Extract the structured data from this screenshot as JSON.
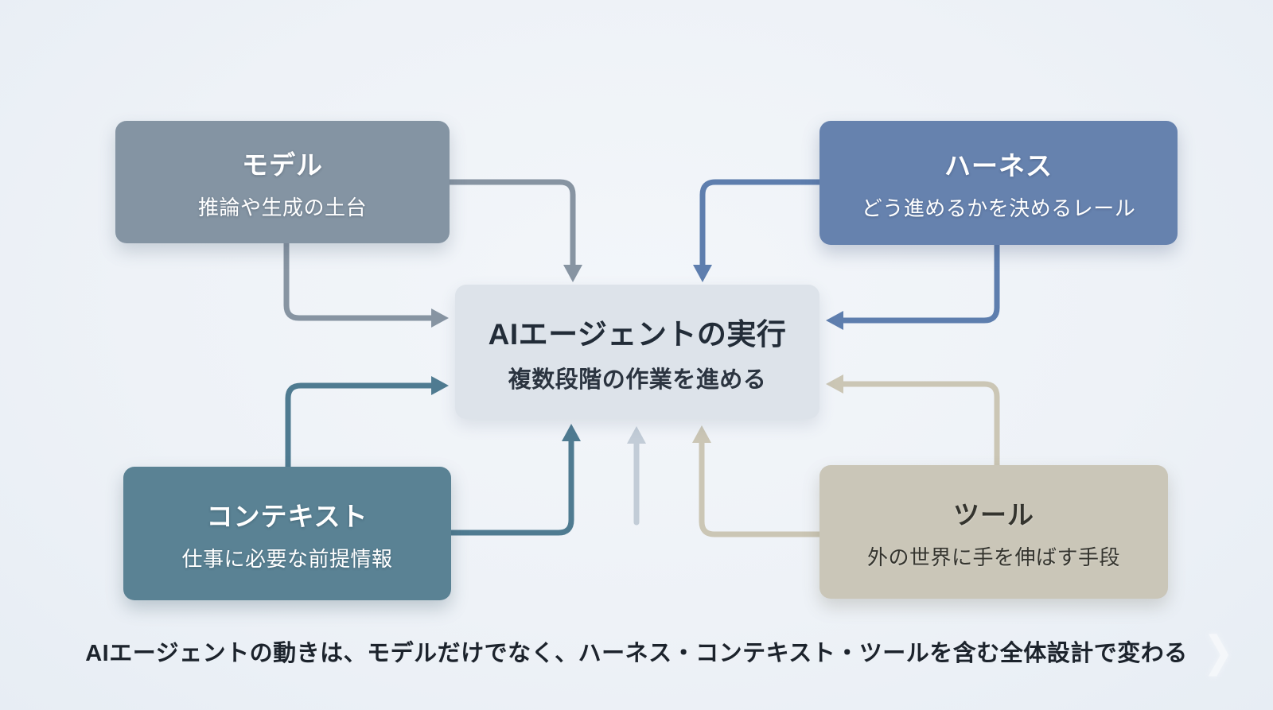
{
  "diagram": {
    "background_color": "#eef2f7",
    "nodes": {
      "model": {
        "title": "モデル",
        "subtitle": "推論や生成の土台",
        "fill": "#8494a3",
        "text_color": "#ffffff"
      },
      "harness": {
        "title": "ハーネス",
        "subtitle": "どう進めるかを決めるレール",
        "fill": "#6682ae",
        "text_color": "#ffffff"
      },
      "context": {
        "title": "コンテキスト",
        "subtitle": "仕事に必要な前提情報",
        "fill": "#5a8294",
        "text_color": "#ffffff"
      },
      "tool": {
        "title": "ツール",
        "subtitle": "外の世界に手を伸ばす手段",
        "fill": "#cac6b8",
        "text_color": "#34342e"
      },
      "center": {
        "title": "AIエージェントの実行",
        "subtitle": "複数段階の作業を進める",
        "fill": "#dde3ea",
        "text_color": "#222c38"
      }
    },
    "edge_colors": {
      "model": "#8794a2",
      "harness": "#5e7eae",
      "context": "#4f7b91",
      "tool": "#cbc6b5",
      "faded": "#c2ccd7"
    },
    "edges": [
      {
        "from": "model",
        "to": "center",
        "enters": "top"
      },
      {
        "from": "model",
        "to": "center",
        "enters": "left"
      },
      {
        "from": "harness",
        "to": "center",
        "enters": "top"
      },
      {
        "from": "harness",
        "to": "center",
        "enters": "right"
      },
      {
        "from": "context",
        "to": "center",
        "enters": "left"
      },
      {
        "from": "context",
        "to": "center",
        "enters": "bottom"
      },
      {
        "from": "tool",
        "to": "center",
        "enters": "right"
      },
      {
        "from": "tool",
        "to": "center",
        "enters": "bottom"
      },
      {
        "from": "faded",
        "to": "center",
        "enters": "bottom"
      }
    ],
    "caption": "AIエージェントの動きは、モデルだけでなく、ハーネス・コンテキスト・ツールを含む全体設計で変わる",
    "decor": {
      "arrow_glyph": "❯"
    }
  }
}
